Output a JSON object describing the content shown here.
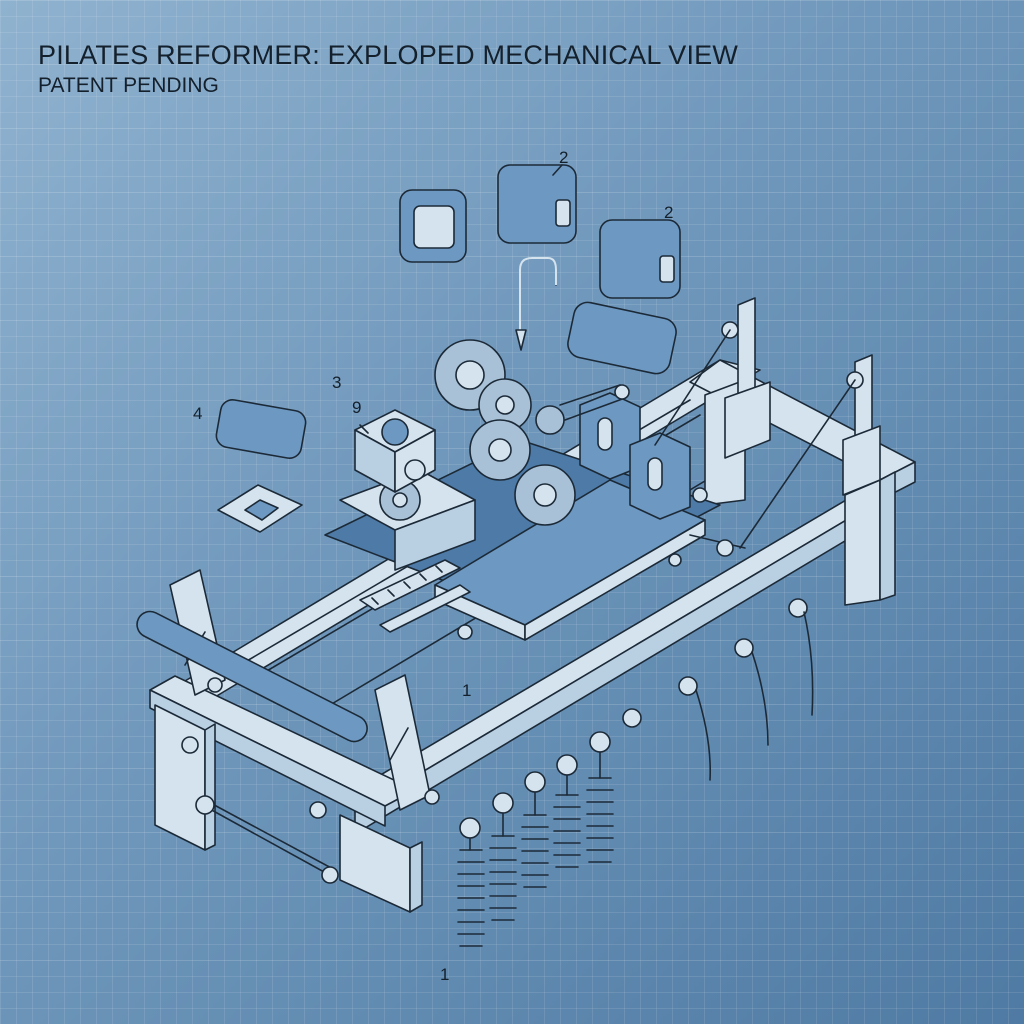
{
  "diagram": {
    "title": "PILATES REFORMER: EXPLOPED MECHANICAL VIEW",
    "subtitle": "PATENT PENDING",
    "callouts": {
      "label_2_top": "2",
      "label_2_right": "2",
      "label_3": "3",
      "label_9": "9",
      "label_4": "4",
      "label_1_center": "1",
      "label_1_bottom": "1"
    },
    "colors": {
      "background": "#6f97bb",
      "grid": "#ffffff",
      "line": "#1c2a38",
      "part_blue": "#6d98c1",
      "frame_light": "#d5e3ef"
    }
  }
}
